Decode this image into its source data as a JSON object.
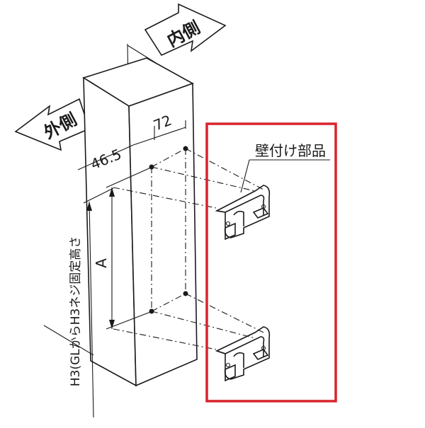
{
  "labels": {
    "inside": "内側",
    "outside": "外側",
    "dim_72": "72",
    "dim_46_5": "46.5",
    "dim_a": "A",
    "height_note": "H3(GLからH3ネジ固定高さ",
    "wall_parts": "壁付け部品"
  },
  "colors": {
    "highlight_box": "#d9232d",
    "line": "#1a1a1a"
  }
}
